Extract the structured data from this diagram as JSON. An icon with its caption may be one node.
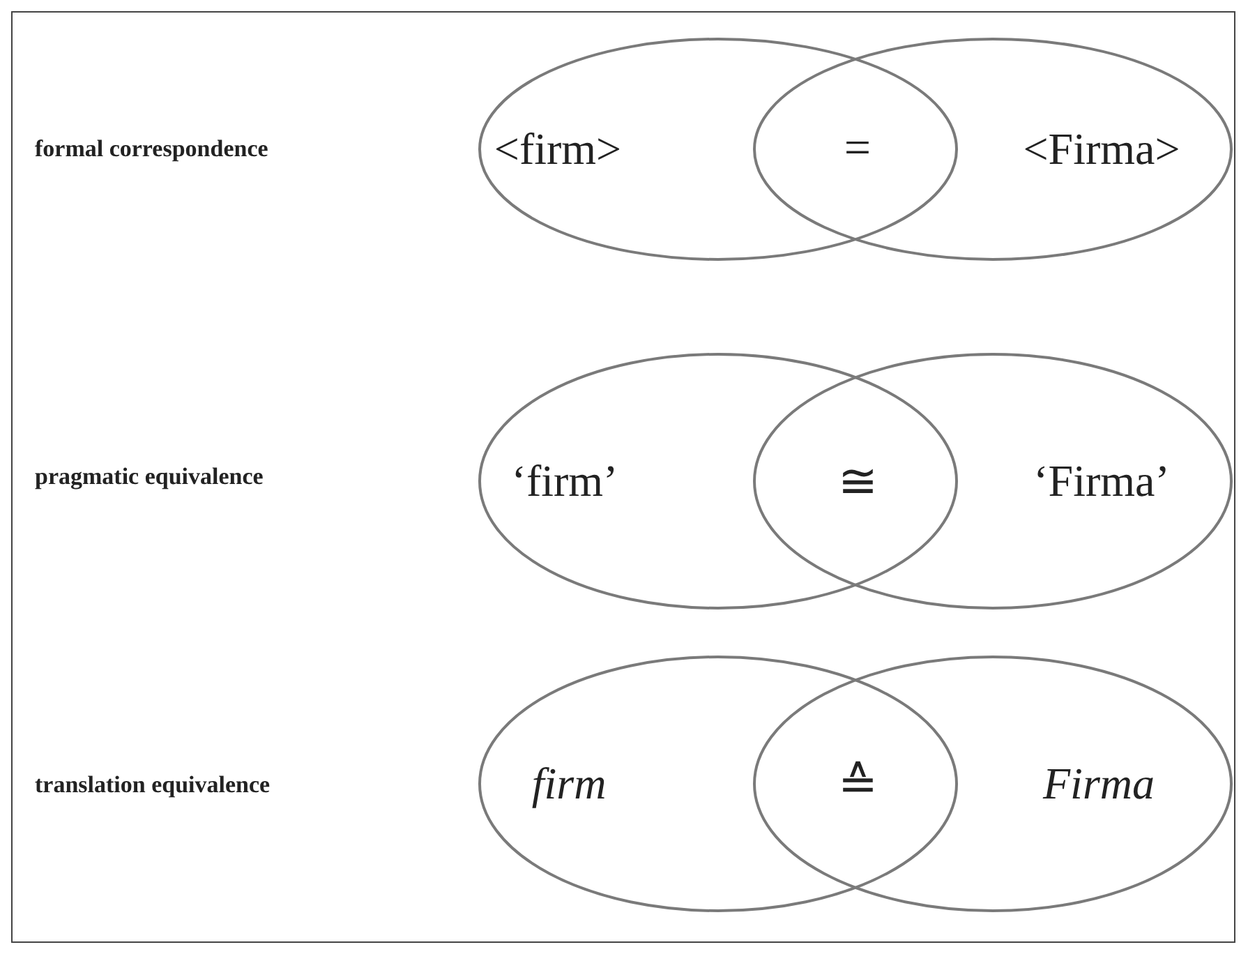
{
  "diagram": {
    "nodes": [
      {
        "text": [
          "<firm>"
        ]
      },
      {
        "text": [
          "<Firma>"
        ]
      },
      {
        "text": [
          "‘firm’"
        ]
      },
      {
        "text": [
          "‘Firma’"
        ]
      },
      {
        "text": [
          "firm"
        ]
      },
      {
        "text": [
          "Firma"
        ]
      }
    ],
    "labels": [
      "formal correspondence",
      "=",
      "pragmatic equivalence",
      "≅",
      "translation equivalence",
      "≙"
    ]
  }
}
